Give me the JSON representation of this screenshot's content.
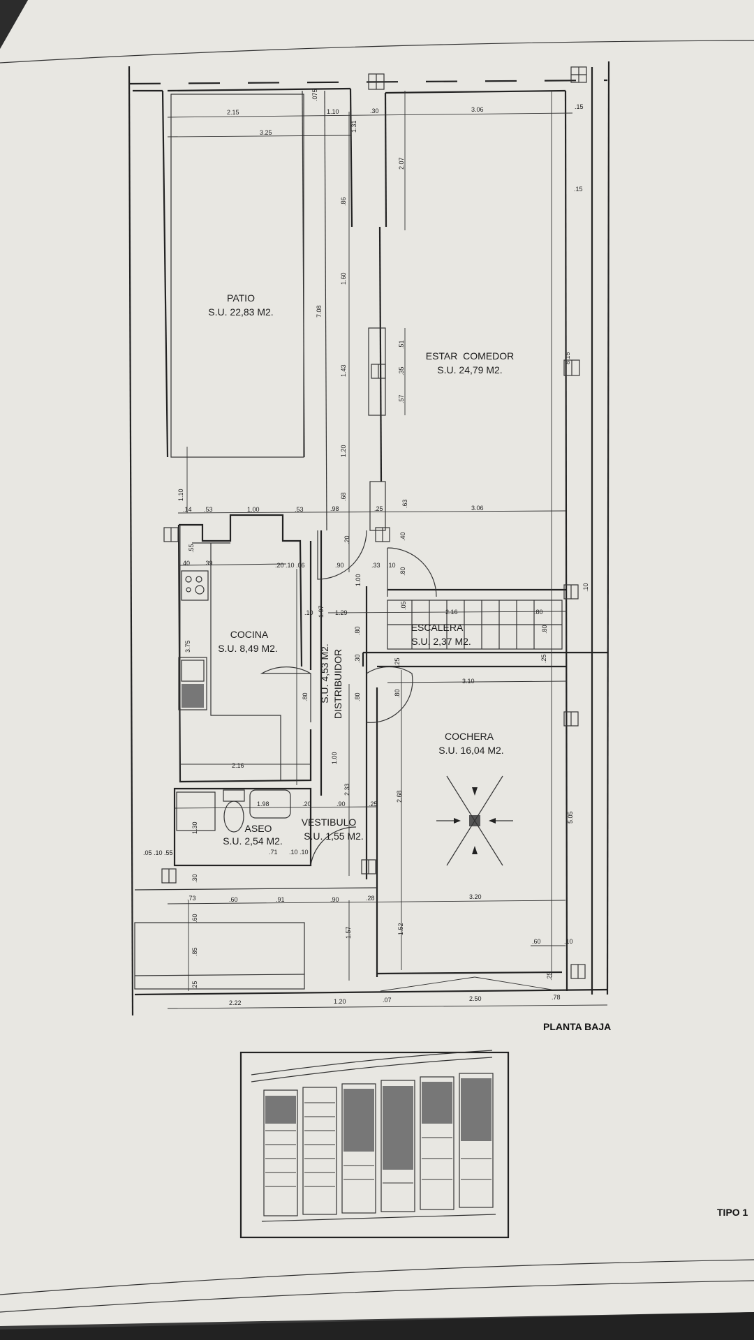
{
  "rooms": {
    "patio": {
      "name": "PATIO",
      "area": "S.U. 22,83 M2."
    },
    "estar": {
      "name": "ESTAR  COMEDOR",
      "area": "S.U. 24,79 M2."
    },
    "cocina": {
      "name": "COCINA",
      "area": "S.U. 8,49 M2."
    },
    "distribuidor": {
      "name": "DISTRIBUIDOR",
      "area": "S.U. 4,53 M2."
    },
    "escalera": {
      "name": "ESCALERA",
      "area": "S.U. 2,37 M2."
    },
    "cochera": {
      "name": "COCHERA",
      "area": "S.U. 16,04 M2."
    },
    "aseo": {
      "name": "ASEO",
      "area": "S.U. 2,54 M2."
    },
    "vestibulo": {
      "name": "VESTIBULO",
      "area": "S.U. 1,55 M2."
    }
  },
  "plan_title": "PLANTA BAJA",
  "type_label": "TIPO 1",
  "dims": [
    "2.15",
    "1.10",
    ".30",
    "3.06",
    ".15",
    "3.25",
    ".075",
    "1.31",
    "2.07",
    ".15",
    ".86",
    "1.60",
    "7.08",
    "1.43",
    "1.20",
    ".68",
    ".51",
    ".35",
    ".57",
    "8.15",
    "1.10",
    ".14",
    ".53",
    "1.00",
    ".53",
    ".98",
    ".25",
    ".63",
    "3.06",
    ".55",
    ".20",
    ".40",
    "40",
    ".39",
    ".20 .10 .06",
    ".90",
    ".33",
    ".10",
    ".80",
    "1.00",
    ".05",
    "1.97",
    ".10",
    "1.29",
    "2.16",
    ".80",
    ".80",
    ".80",
    "3.75",
    ".30",
    ".25",
    ".25",
    "3.10",
    ".80",
    ".80",
    ".80",
    "1.00",
    "2.16",
    "5.05",
    "2.33",
    "2.68",
    ".20",
    ".90",
    ".25",
    "1.30",
    "1.98",
    ".71",
    ".10 .10",
    ".30",
    ".73",
    ".60",
    ".91",
    ".90",
    ".28",
    "3.20",
    ".60",
    ".85",
    "1.57",
    "1.52",
    ".60",
    ".10",
    ".25",
    ".25",
    "2.22",
    "1.20",
    ".07",
    "2.50",
    ".78",
    ".05 .10 .55",
    ".10"
  ]
}
